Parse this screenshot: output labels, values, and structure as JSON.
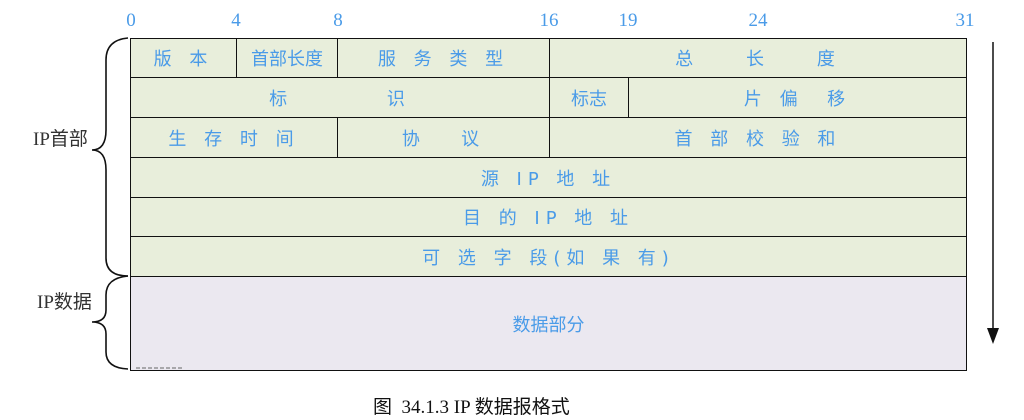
{
  "bit_ticks": [
    "0",
    "4",
    "8",
    "16",
    "19",
    "24",
    "31"
  ],
  "rows": [
    [
      "版 本",
      "首部长度",
      "服 务 类 型",
      "总    长    度"
    ],
    [
      "标        识",
      "标志",
      "片 偏  移"
    ],
    [
      "生 存 时 间",
      "协   议",
      "首 部 校 验 和"
    ],
    [
      "源 IP 地 址"
    ],
    [
      "目 的 IP 地 址"
    ],
    [
      "可 选 字 段(如 果 有)"
    ],
    [
      "数据部分"
    ]
  ],
  "side_labels": {
    "header": "IP首部",
    "data": "IP数据"
  },
  "caption": "图  34.1.3 IP 数据报格式"
}
